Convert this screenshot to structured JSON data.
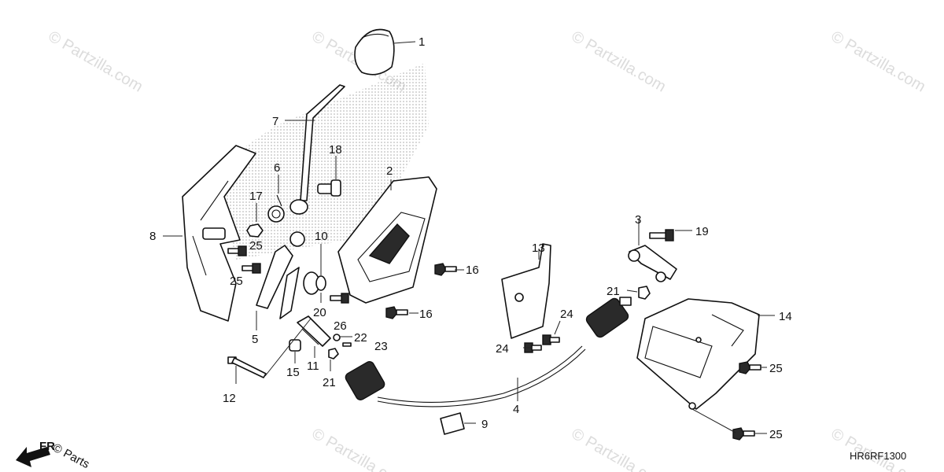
{
  "diagram_code": "HR6RF1300",
  "direction_label": "FR",
  "watermark_text": "© Partzilla.com",
  "corner_watermark_text": "© Parts",
  "callouts": {
    "p1": "1",
    "p2": "2",
    "p3": "3",
    "p4": "4",
    "p5": "5",
    "p6": "6",
    "p7": "7",
    "p8": "8",
    "p9": "9",
    "p10": "10",
    "p11": "11",
    "p12": "12",
    "p13": "13",
    "p14": "14",
    "p15": "15",
    "p16a": "16",
    "p16b": "16",
    "p17": "17",
    "p18": "18",
    "p19": "19",
    "p20": "20",
    "p21a": "21",
    "p21b": "21",
    "p22": "22",
    "p23": "23",
    "p24a": "24",
    "p24b": "24",
    "p25a": "25",
    "p25b": "25",
    "p25c": "25",
    "p25d": "25",
    "p26": "26"
  },
  "colors": {
    "line": "#111111",
    "watermark": "#dcdcdc",
    "stipple": "#9a9a9a"
  }
}
